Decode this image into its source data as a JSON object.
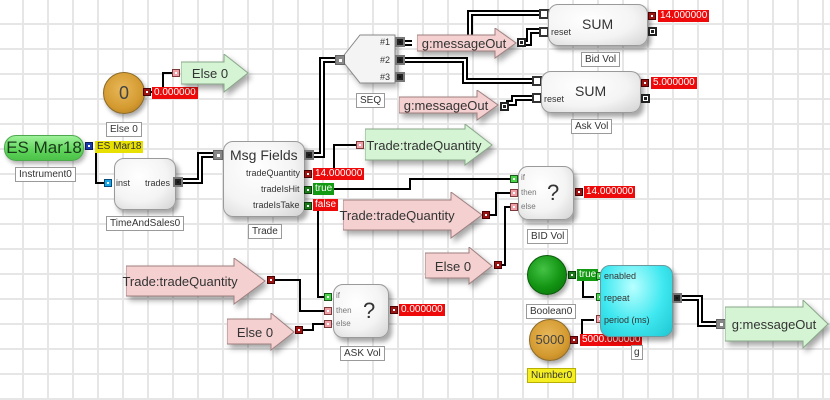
{
  "diagram": {
    "blocks": {
      "else0_const": {
        "display": "0",
        "caption": "Else 0",
        "output_value": "0.000000"
      },
      "else0_arrow_top": {
        "label": "Else 0"
      },
      "instrument": {
        "display": "ES Mar18",
        "caption": "Instrument0",
        "output_value": "ES Mar18"
      },
      "time_and_sales": {
        "caption": "TimeAndSales0",
        "in_port": "inst",
        "out_port": "trades"
      },
      "msg_fields": {
        "title": "Msg Fields",
        "caption": "Trade",
        "fields": [
          {
            "name": "tradeQuantity",
            "value": "14.000000"
          },
          {
            "name": "tradeIsHit",
            "value": "true"
          },
          {
            "name": "tradeIsTake",
            "value": "false"
          }
        ]
      },
      "seq": {
        "caption": "SEQ",
        "outputs": [
          "#1",
          "#2",
          "#3"
        ]
      },
      "msg_out_arrow_1": {
        "label": "g:messageOut"
      },
      "msg_out_arrow_2": {
        "label": "g:messageOut"
      },
      "sum_bid": {
        "title": "SUM",
        "caption": "Bid Vol",
        "reset_label": "reset",
        "output_value": "14.000000"
      },
      "sum_ask": {
        "title": "SUM",
        "caption": "Ask Vol",
        "reset_label": "reset",
        "output_value": "5.000000"
      },
      "trade_qty_green_arrow": {
        "label": "Trade:tradeQuantity"
      },
      "trade_qty_arrow_bid": {
        "label": "Trade:tradeQuantity"
      },
      "else0_arrow_bid": {
        "label": "Else 0"
      },
      "if_bid": {
        "title": "?",
        "caption": "BID Vol",
        "ports": [
          "if",
          "then",
          "else"
        ],
        "output_value": "14.000000"
      },
      "trade_qty_arrow_ask": {
        "label": "Trade:tradeQuantity"
      },
      "else0_arrow_ask": {
        "label": "Else 0"
      },
      "if_ask": {
        "title": "?",
        "caption": "ASK Vol",
        "ports": [
          "if",
          "then",
          "else"
        ],
        "output_value": "0.000000"
      },
      "boolean": {
        "caption": "Boolean0",
        "output_value": "true"
      },
      "number": {
        "display": "5000",
        "caption": "Number0",
        "output_value": "5000.000000"
      },
      "timer": {
        "caption": "g",
        "ports": [
          "enabled",
          "repeat",
          "period (ms)"
        ]
      },
      "msg_out_arrow_final": {
        "label": "g:messageOut"
      }
    },
    "colors": {
      "value_red": "#ee0a0a",
      "value_green": "#129a12",
      "highlight_yellow": "#f4ee22",
      "arrow_green": "#d4f4d4",
      "arrow_pink": "#f4d0d0",
      "timer_cyan": "#3fe8f0"
    }
  }
}
